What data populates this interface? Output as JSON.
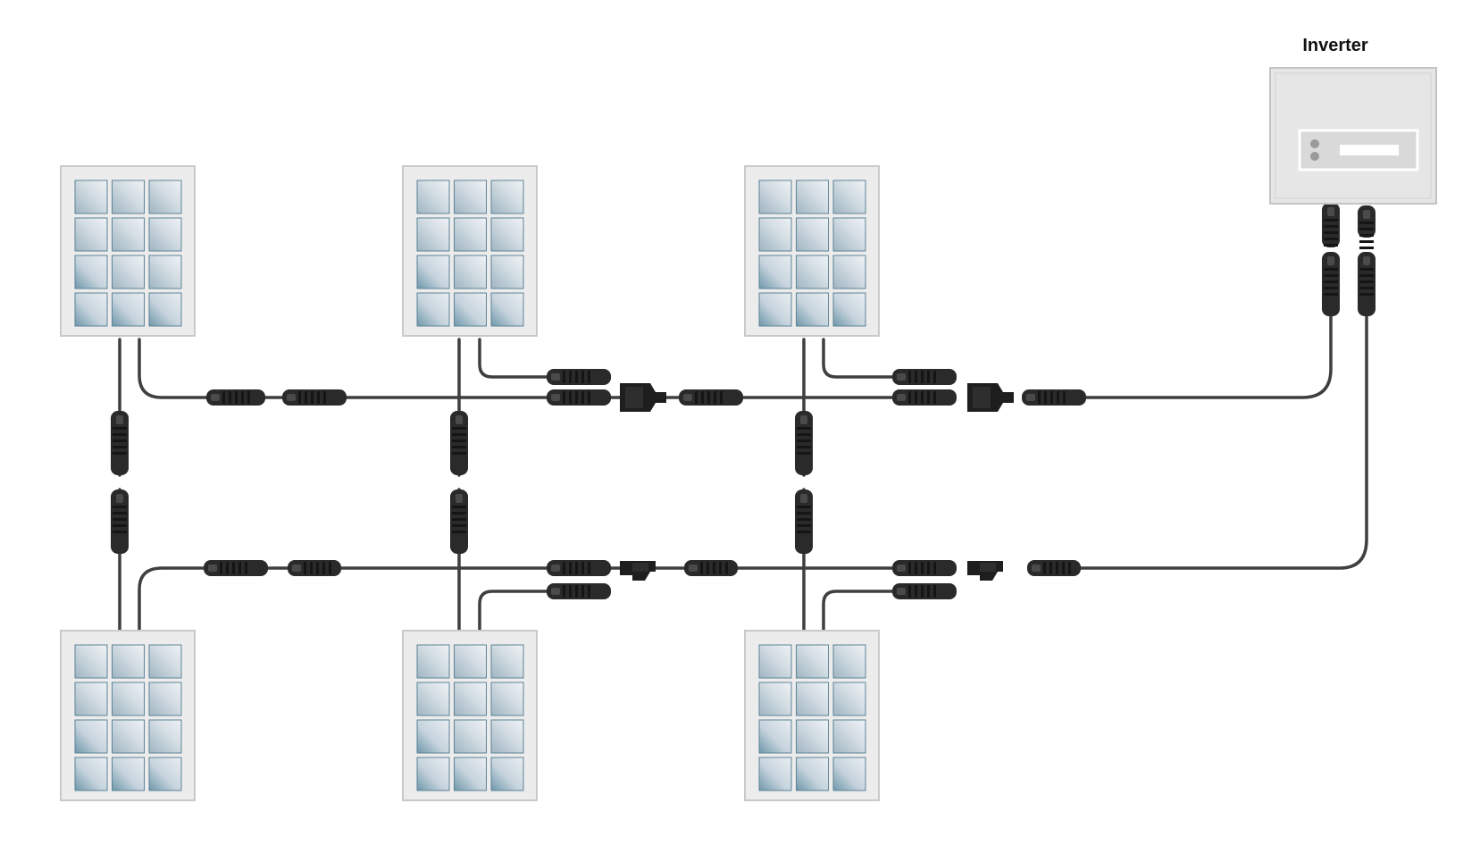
{
  "diagram": {
    "inverter_label": "Inverter",
    "components": {
      "panels": [
        "solar-panel",
        "solar-panel",
        "solar-panel",
        "solar-panel",
        "solar-panel",
        "solar-panel"
      ],
      "inverter": "inverter",
      "connector": "mc4-connector",
      "branch": "y-branch-connector"
    },
    "colors": {
      "cable": "#3f3f3f",
      "connector": "#2a2a2a",
      "panel_frame": "#ececec",
      "panel_border": "#c9c9c9",
      "cell_light": "#dde4ea",
      "cell_dark": "#5f8ba0",
      "inverter_body": "#e6e6e6"
    }
  }
}
